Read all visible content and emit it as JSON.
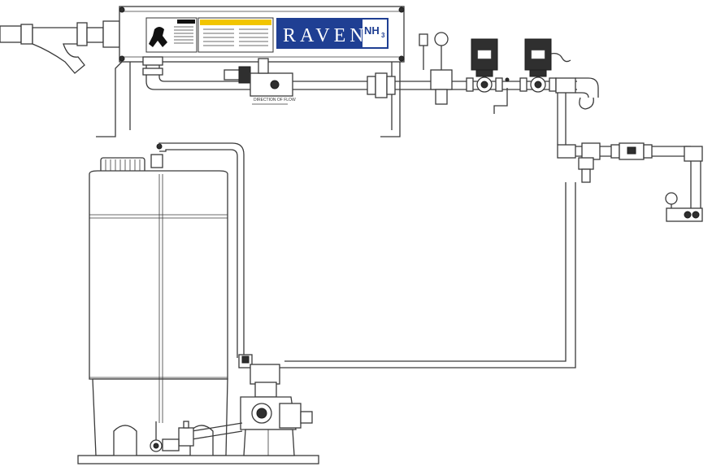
{
  "diagram": {
    "brand": {
      "wordmark": "RAVEN",
      "chemical": "NH",
      "subscript": "3",
      "color": "#1f3f93"
    },
    "labels": {
      "flow_direction": "DIRECTION OF FLOW"
    },
    "colors": {
      "line": "#3a3a3a",
      "warning_label": "#f2c500",
      "background": "#ffffff"
    }
  }
}
